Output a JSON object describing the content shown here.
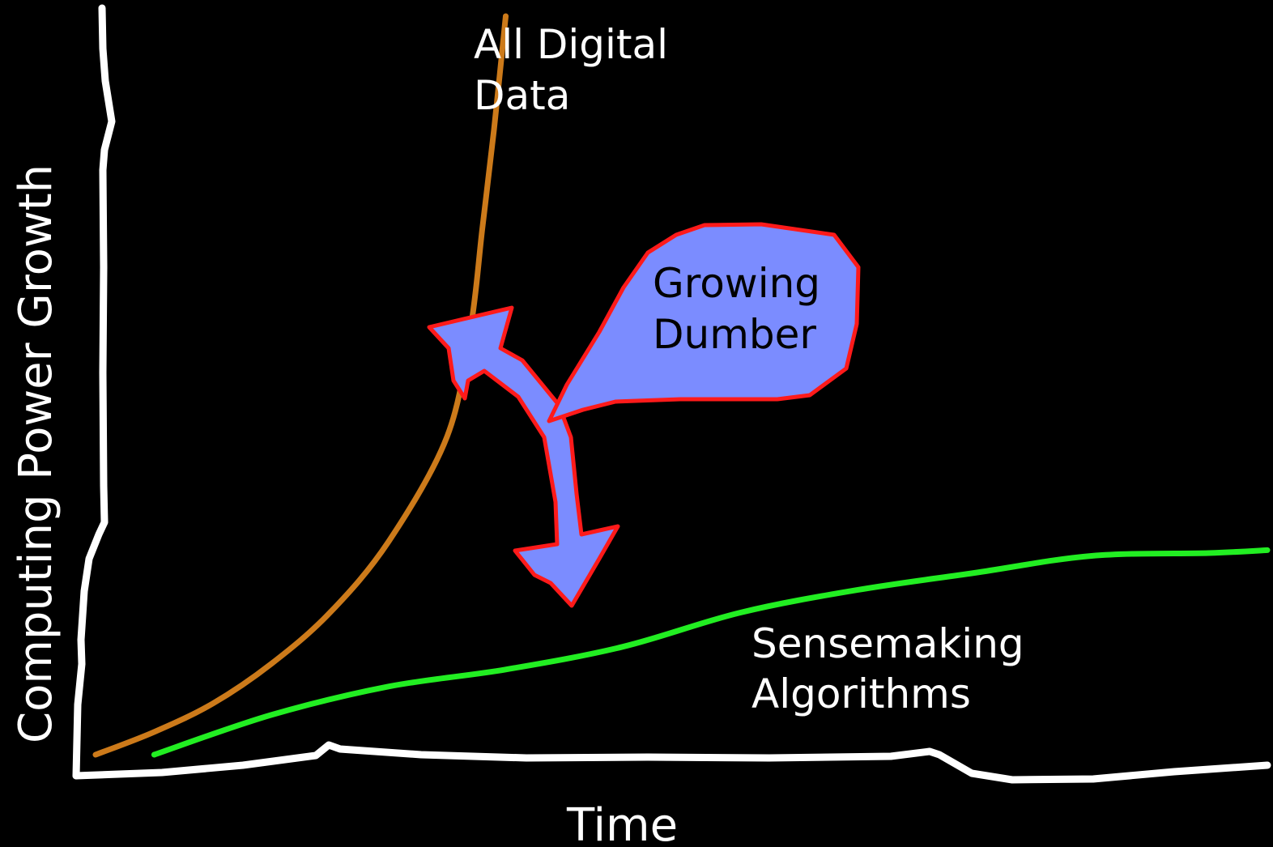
{
  "chart_data": {
    "type": "line",
    "title": "",
    "xlabel": "Time",
    "ylabel": "Computing Power Growth",
    "grid": false,
    "legend": "none",
    "series": [
      {
        "name_lines": [
          "All Digital",
          "Data"
        ],
        "color": "#cc7a1a",
        "x": [
          0,
          5,
          10,
          15,
          20,
          25,
          30,
          32,
          33,
          34,
          35
        ],
        "y": [
          0,
          8,
          18,
          32,
          50,
          75,
          112,
          150,
          185,
          220,
          260
        ]
      },
      {
        "name_lines": [
          "Sensemaking",
          "Algorithms"
        ],
        "color": "#22ee22",
        "x": [
          5,
          15,
          25,
          35,
          45,
          55,
          65,
          75,
          85,
          95,
          100
        ],
        "y": [
          0,
          14,
          24,
          30,
          38,
          50,
          58,
          64,
          70,
          71,
          72
        ]
      }
    ],
    "annotation": {
      "lines": [
        "Growing",
        "Dumber"
      ],
      "fill": "#7b8cff",
      "stroke": "#ff1a1a"
    },
    "axis_color": "#ffffff"
  }
}
